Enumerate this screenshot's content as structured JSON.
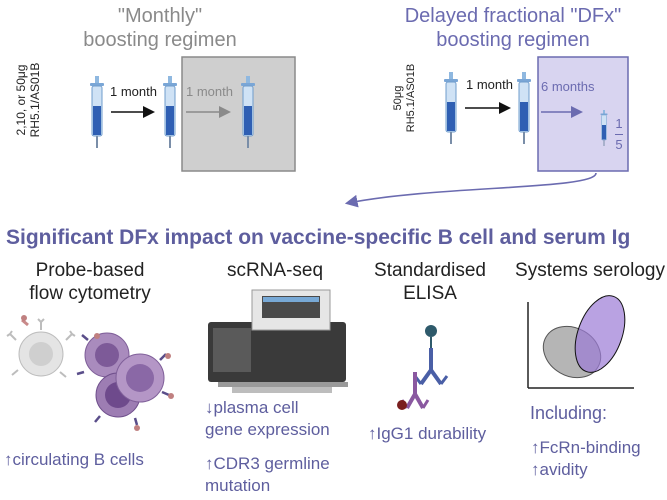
{
  "monthly": {
    "title_line1": "\"Monthly\"",
    "title_line2": "boosting regimen",
    "dose_line1": "2,10, or 50μg",
    "dose_line2": "RH5.1/AS01B",
    "interval1": "1 month",
    "interval2": "1 month"
  },
  "dfx": {
    "title_line1": "Delayed fractional \"DFx\"",
    "title_line2": "boosting regimen",
    "dose_line1": "50μg",
    "dose_line2": "RH5.1/AS01B",
    "interval1": "1 month",
    "interval2": "6 months",
    "fraction_num": "1",
    "fraction_den": "5"
  },
  "banner": "Significant DFx impact on vaccine-specific B cell and serum Ig",
  "columns": [
    {
      "title_line1": "Probe-based",
      "title_line2": "flow cytometry",
      "finding1": "↑circulating B cells"
    },
    {
      "title": "scRNA-seq",
      "finding1_line1": "↓plasma cell",
      "finding1_line2": "gene expression",
      "finding2_line1": "↑CDR3 germline",
      "finding2_line2": "mutation"
    },
    {
      "title_line1": "Standardised",
      "title_line2": "ELISA",
      "finding1": "↑IgG1 durability"
    },
    {
      "title": "Systems serology",
      "subtitle": "Including:",
      "finding1": "↑FcRn-binding",
      "finding2": "↑avidity"
    }
  ],
  "colors": {
    "accent": "#6b6bb0",
    "banner": "#5e5e9e",
    "monthly_box": "#cfcfcf",
    "dfx_box": "#d8d4f0",
    "syringe_blue": "#2f5fb3"
  }
}
